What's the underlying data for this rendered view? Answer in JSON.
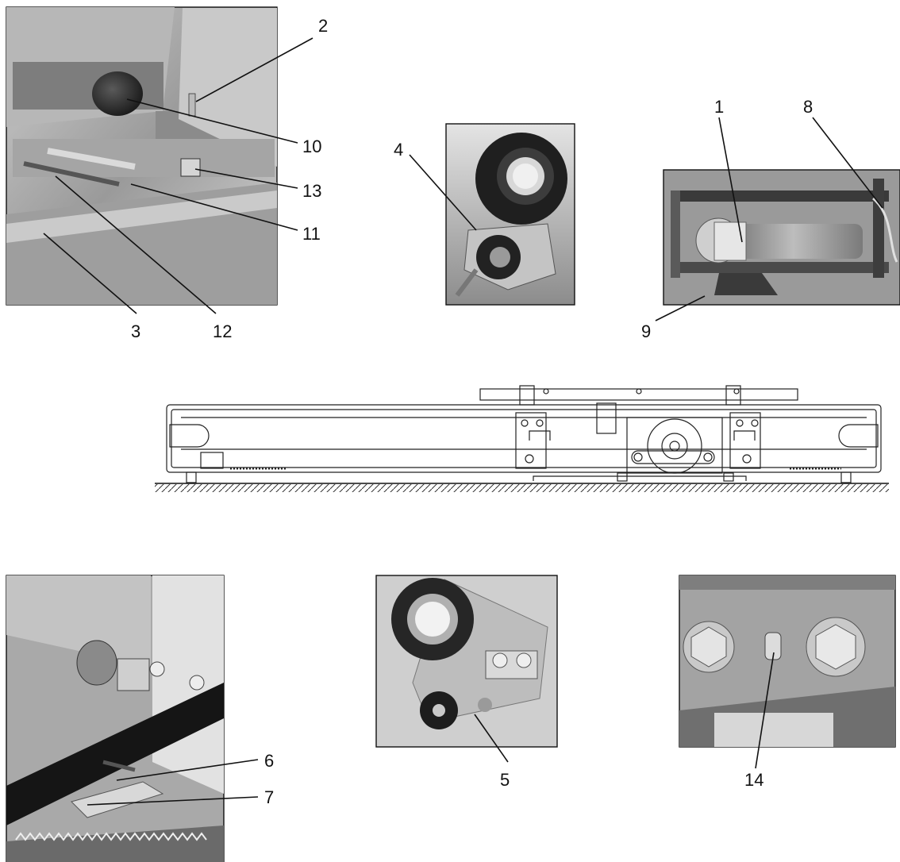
{
  "callouts": {
    "n1": "1",
    "n2": "2",
    "n3": "3",
    "n4": "4",
    "n5": "5",
    "n6": "6",
    "n7": "7",
    "n8": "8",
    "n9": "9",
    "n10": "10",
    "n11": "11",
    "n12": "12",
    "n13": "13",
    "n14": "14"
  },
  "colors": {
    "ink": "#111111",
    "photo_light": "#d9d9d9",
    "photo_mid": "#8f8f8f",
    "photo_dark": "#303030"
  },
  "panels": [
    "photo-carriage-detail",
    "photo-roller-assembly",
    "photo-motor-unit",
    "side-elevation-drawing",
    "photo-rail-rack-detail",
    "photo-roller-bracket",
    "photo-adjustment-screw"
  ]
}
